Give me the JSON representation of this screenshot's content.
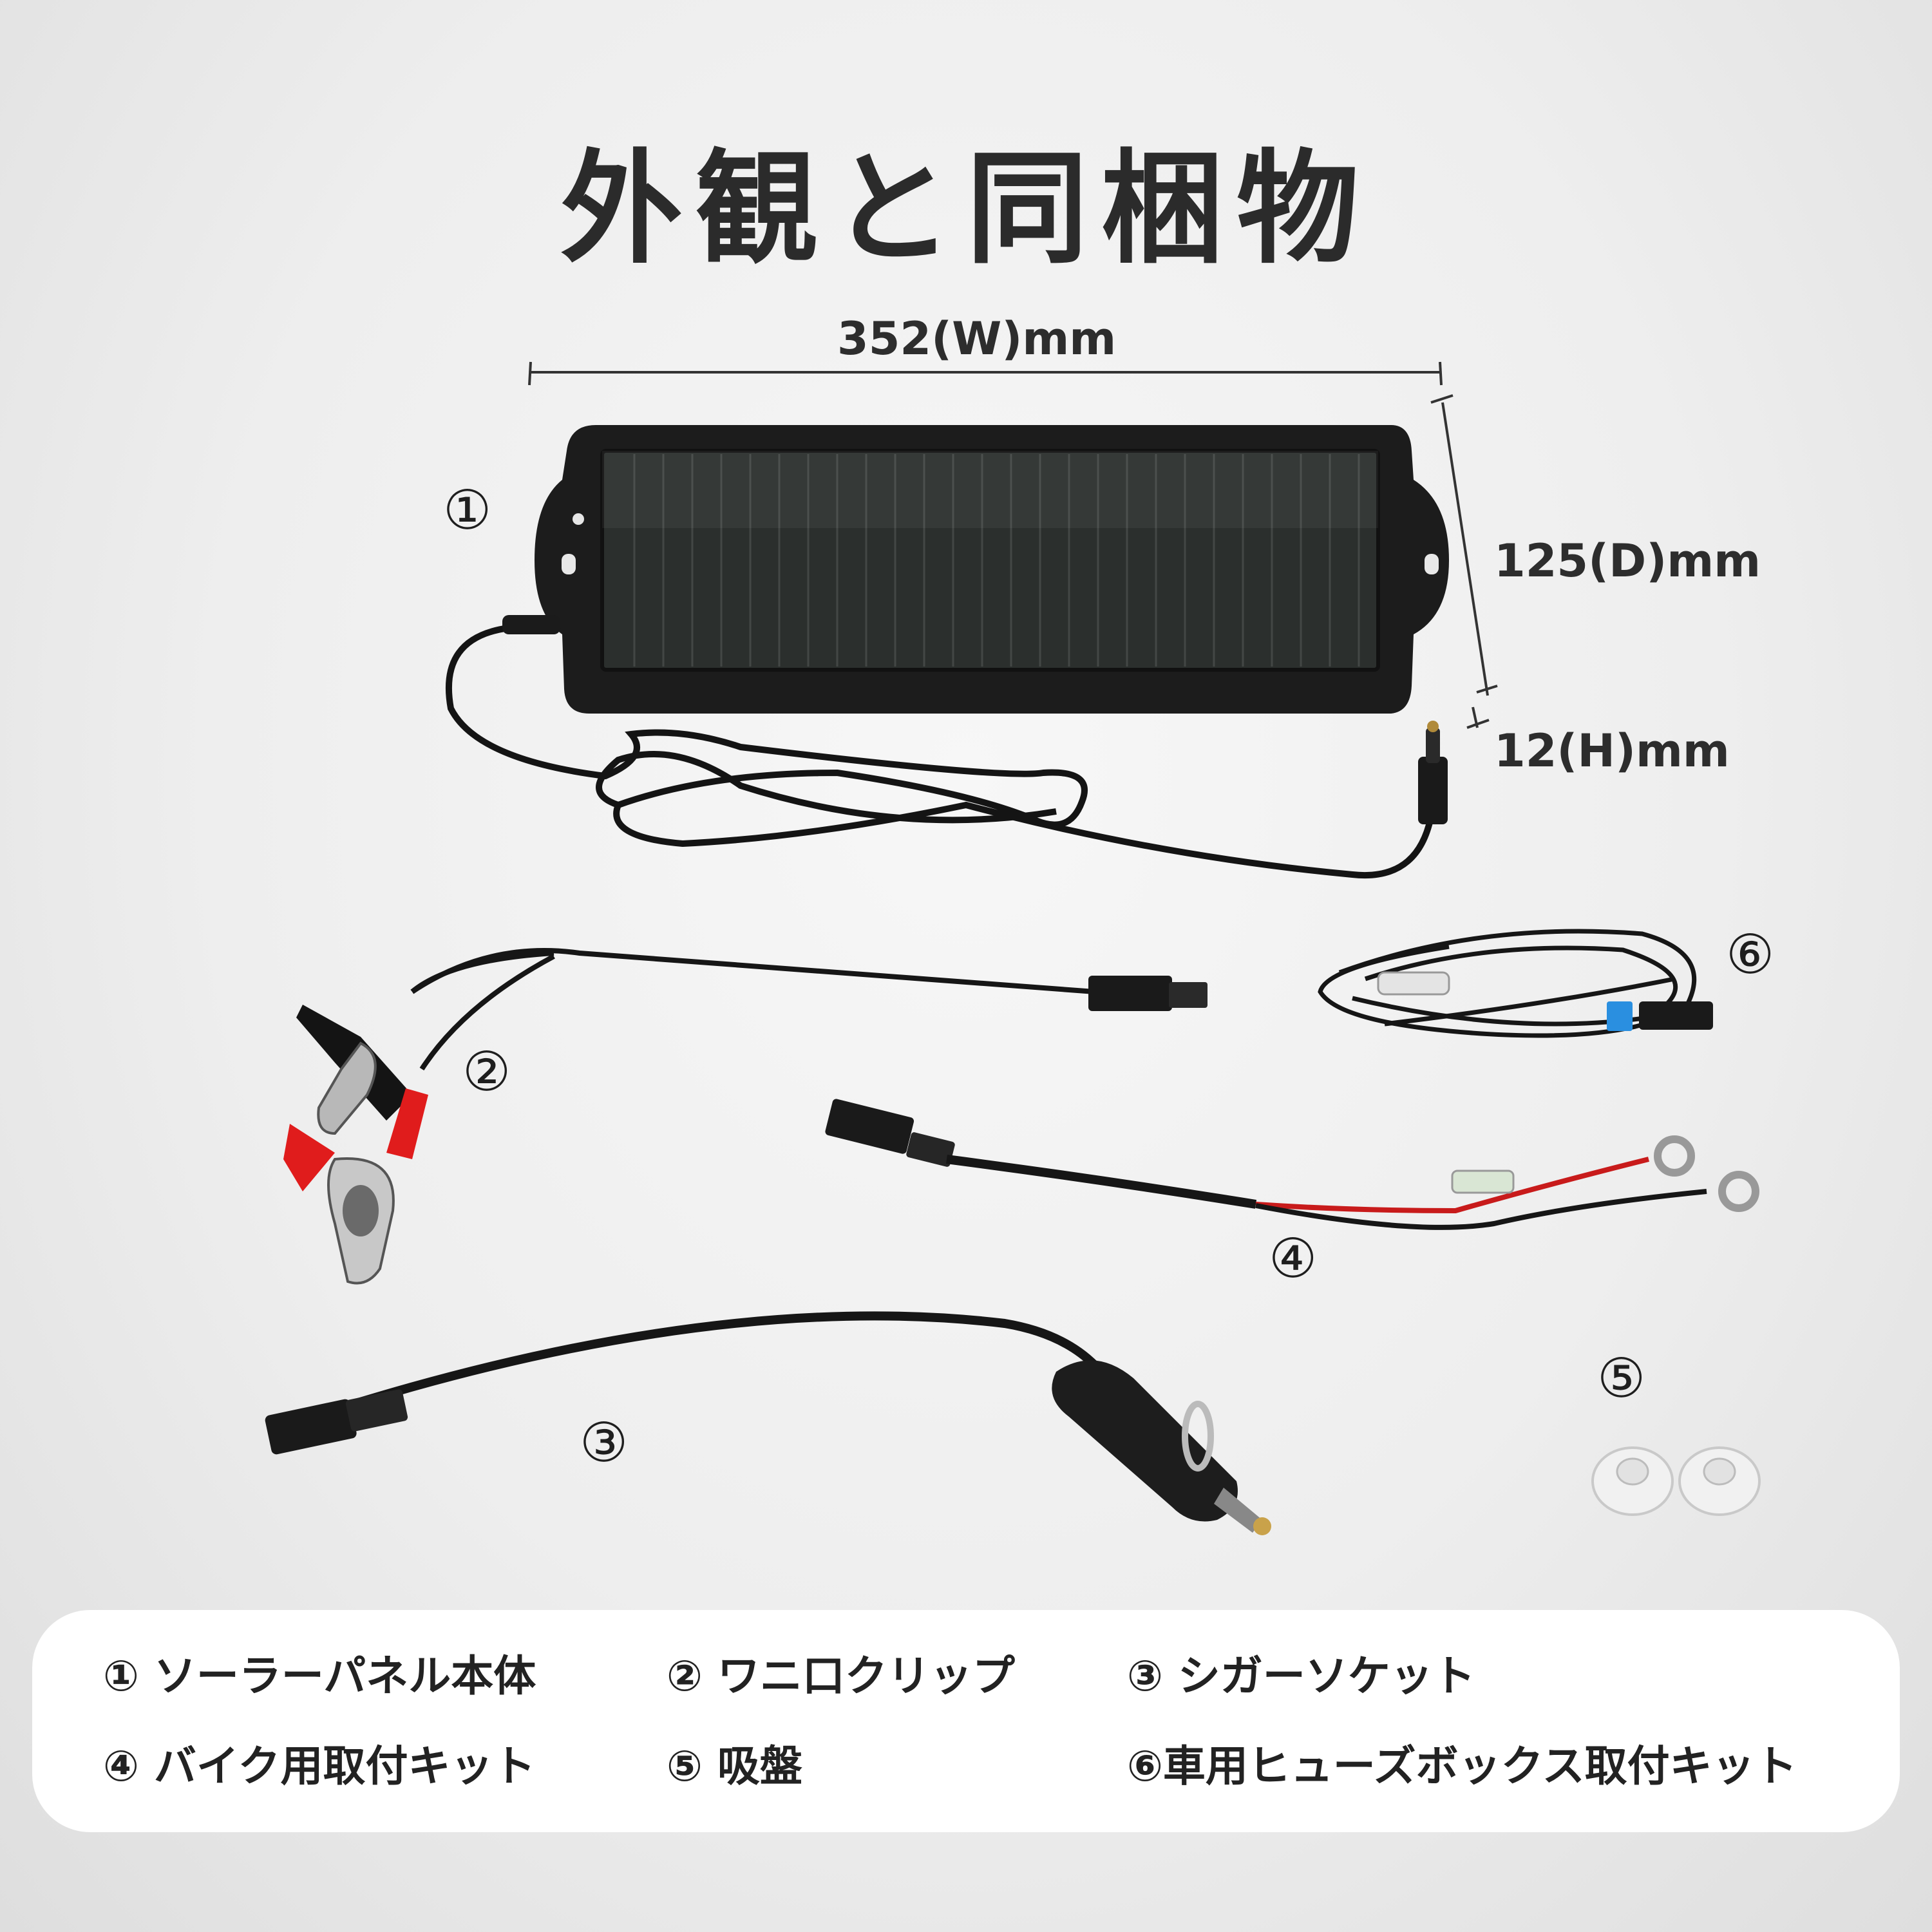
{
  "title": "外観と同梱物",
  "dimensions": {
    "width": "352(W)mm",
    "depth": "125(D)mm",
    "height": "12(H)mm"
  },
  "markers": [
    "①",
    "②",
    "③",
    "④",
    "⑤",
    "⑥"
  ],
  "legend": [
    "① ソーラーパネル本体",
    "② ワニ口クリップ",
    "③ シガーソケット",
    "④ バイク用取付キット",
    "⑤ 吸盤",
    "⑥車用ヒューズボックス取付キット"
  ],
  "colors": {
    "title": "#2b2b2b",
    "panel": "#1c1c1c",
    "cell": "#2e322f",
    "clip_red": "#e01c1c",
    "wire_red": "#c81b1b",
    "fuse_blue": "#2a8fe0"
  }
}
